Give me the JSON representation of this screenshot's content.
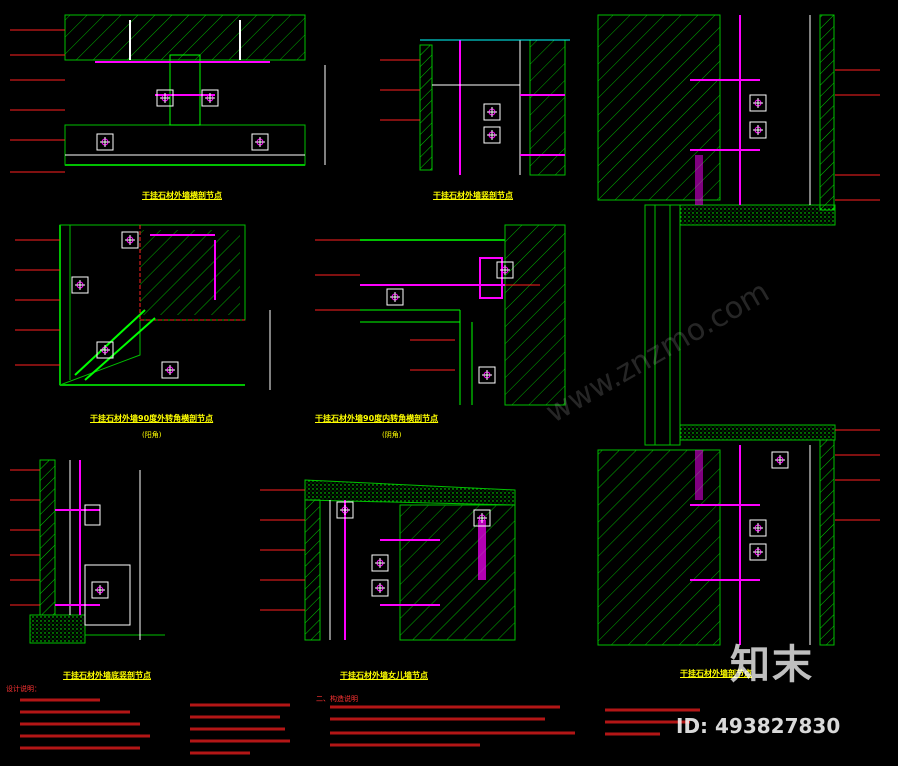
{
  "detail_titles": [
    "干挂石材外墙横剖节点",
    "干挂石材外墙竖剖节点",
    "干挂石材外墙90度外转角横剖节点",
    "干挂石材外墙90度内转角横剖节点",
    "干挂石材外墙底竖剖节点",
    "干挂石材外墙女儿墙节点",
    "干挂石材外墙剖节点"
  ],
  "detail_subtitles": [
    "(阳角)",
    "(阴角)"
  ],
  "notes_heading": "设计说明：",
  "notes_subheading": "二、构造说明",
  "watermark": {
    "brand": "知末",
    "id": "ID: 493827830",
    "diagonal": "www.znzmo.com"
  },
  "colors": {
    "background": "#000000",
    "wall_green": "#00c000",
    "concrete_hatch": "#00ff00",
    "steel_magenta": "#ff00ff",
    "stone_white": "#ffffff",
    "label_red": "#ff2020",
    "title_yellow": "#ffff00",
    "dimension_cyan": "#00ffff"
  }
}
